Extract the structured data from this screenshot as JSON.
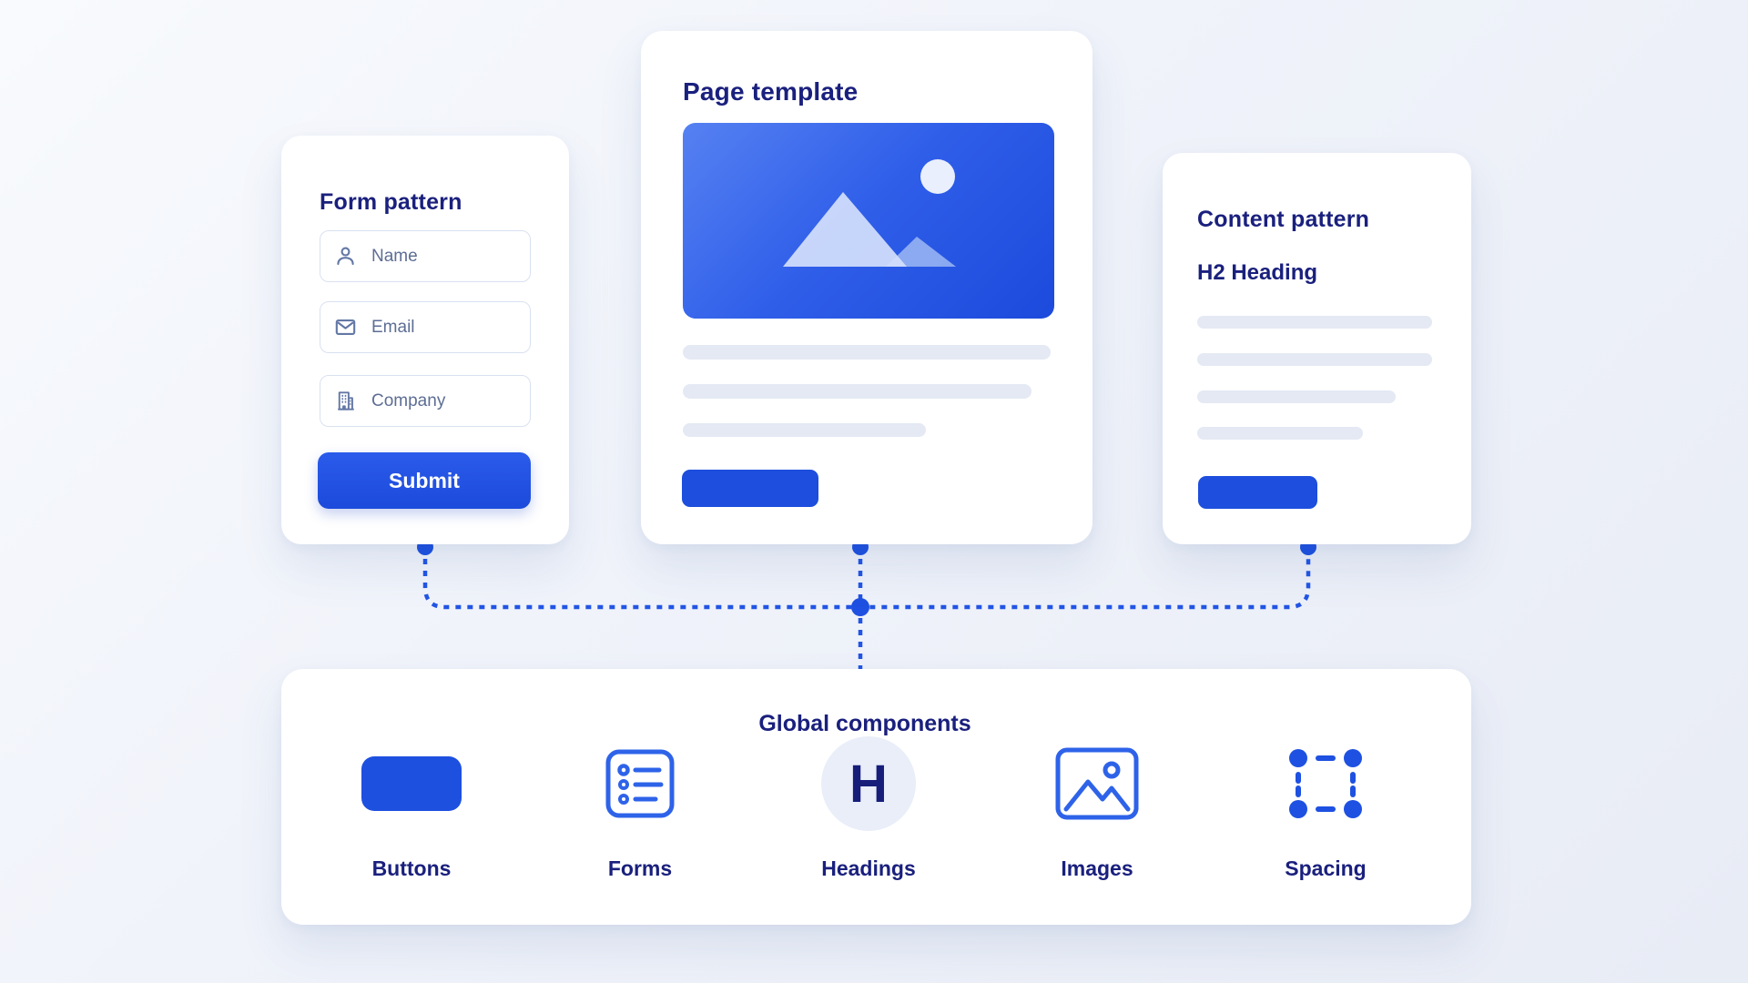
{
  "colors": {
    "accent": "#1e51e1",
    "navy": "#1a207d",
    "outline_blue": "#2e63e9",
    "connector_blue": "#2255e5",
    "skeleton_bar": "#e4e9f4",
    "card_bg": "#ffffff",
    "page_bg": "#edf1f8"
  },
  "form_card": {
    "title": "Form pattern",
    "fields": [
      {
        "icon": "user-icon",
        "placeholder": "Name",
        "value": ""
      },
      {
        "icon": "mail-icon",
        "placeholder": "Email",
        "value": ""
      },
      {
        "icon": "building-icon",
        "placeholder": "Company",
        "value": ""
      }
    ],
    "submit_label": "Submit"
  },
  "page_card": {
    "title": "Page template",
    "hero_icon": "image-placeholder-icon"
  },
  "content_card": {
    "title": "Content pattern",
    "heading": "H2 Heading"
  },
  "global_card": {
    "title": "Global components",
    "items": [
      {
        "icon": "button-swatch-icon",
        "label": "Buttons"
      },
      {
        "icon": "form-list-icon",
        "label": "Forms"
      },
      {
        "icon": "heading-icon",
        "label": "Headings",
        "glyph": "H"
      },
      {
        "icon": "image-icon",
        "label": "Images"
      },
      {
        "icon": "spacing-icon",
        "label": "Spacing"
      }
    ]
  }
}
